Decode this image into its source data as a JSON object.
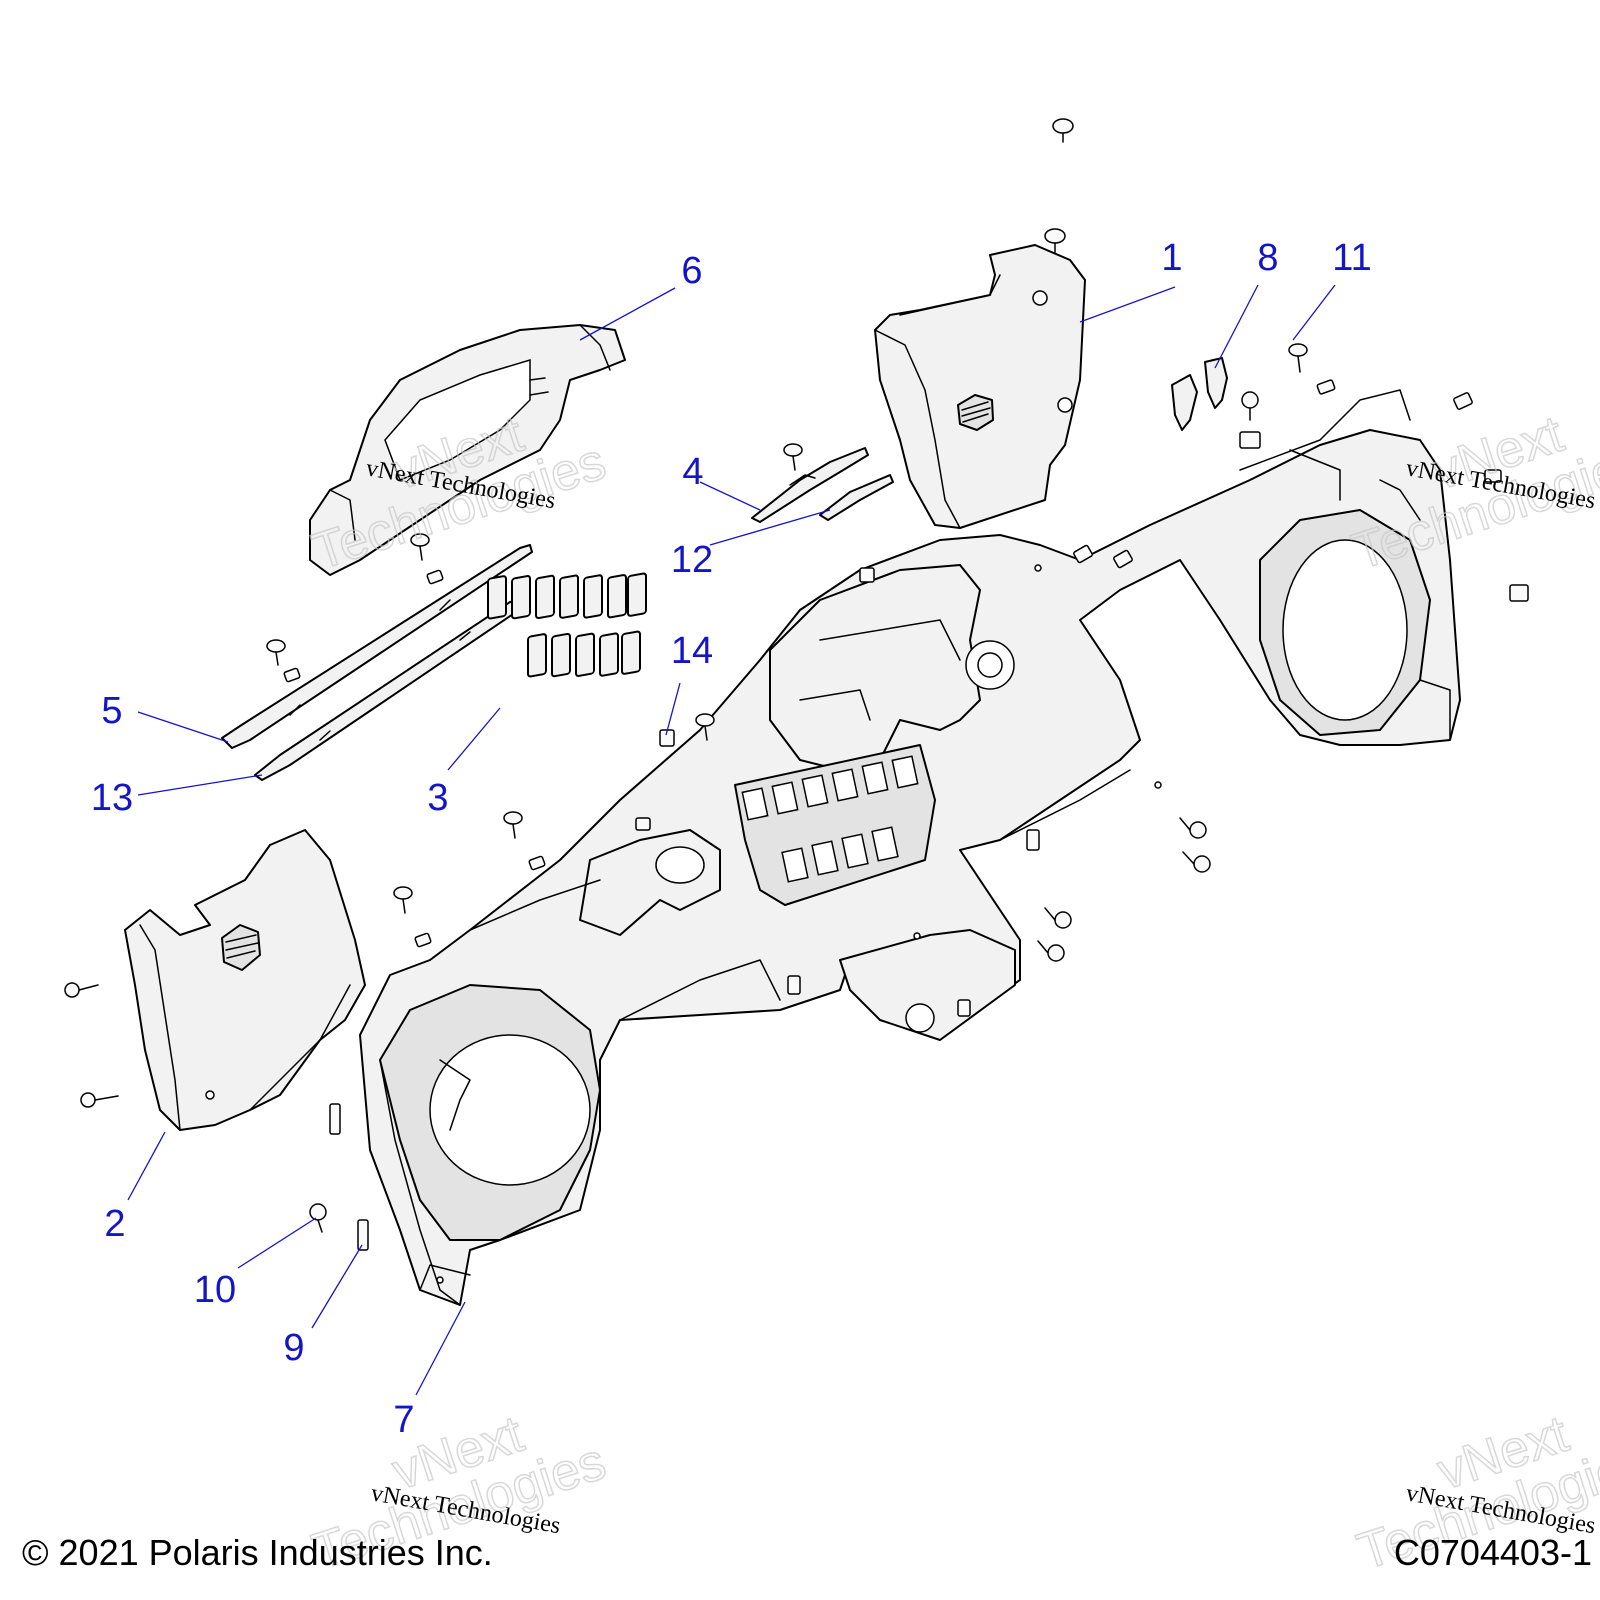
{
  "diagram": {
    "copyright": "© 2021 Polaris Industries Inc.",
    "drawing_number": "C0704403-1",
    "watermark_small": "vNext Technologies",
    "watermark_large_top": "vNext",
    "watermark_large_bottom": "Technologies",
    "callouts": [
      "1",
      "2",
      "3",
      "4",
      "5",
      "6",
      "7",
      "8",
      "9",
      "10",
      "11",
      "12",
      "13",
      "14"
    ],
    "colors": {
      "callout": "#1414c8",
      "line": "#000000",
      "part_fill": "#f2f2f2"
    }
  }
}
